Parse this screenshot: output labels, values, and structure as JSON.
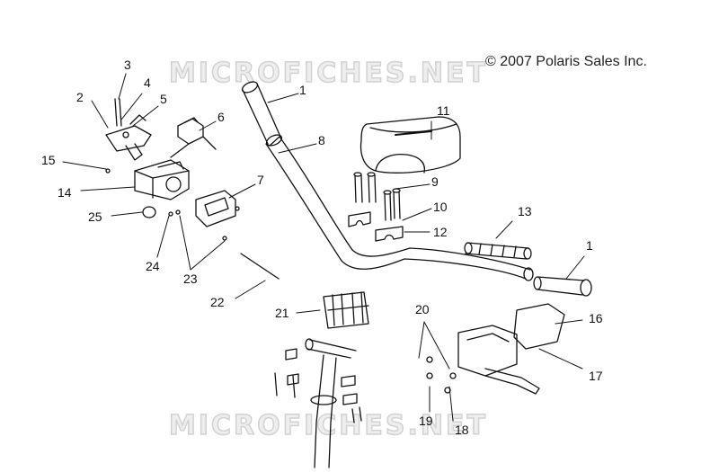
{
  "copyright": "© 2007 Polaris Sales Inc.",
  "watermark": "MICROFICHES.NET",
  "callouts": [
    "1",
    "2",
    "3",
    "4",
    "5",
    "6",
    "7",
    "8",
    "9",
    "10",
    "11",
    "12",
    "13",
    "1",
    "14",
    "15",
    "16",
    "17",
    "18",
    "19",
    "20",
    "21",
    "22",
    "23",
    "24",
    "25"
  ]
}
